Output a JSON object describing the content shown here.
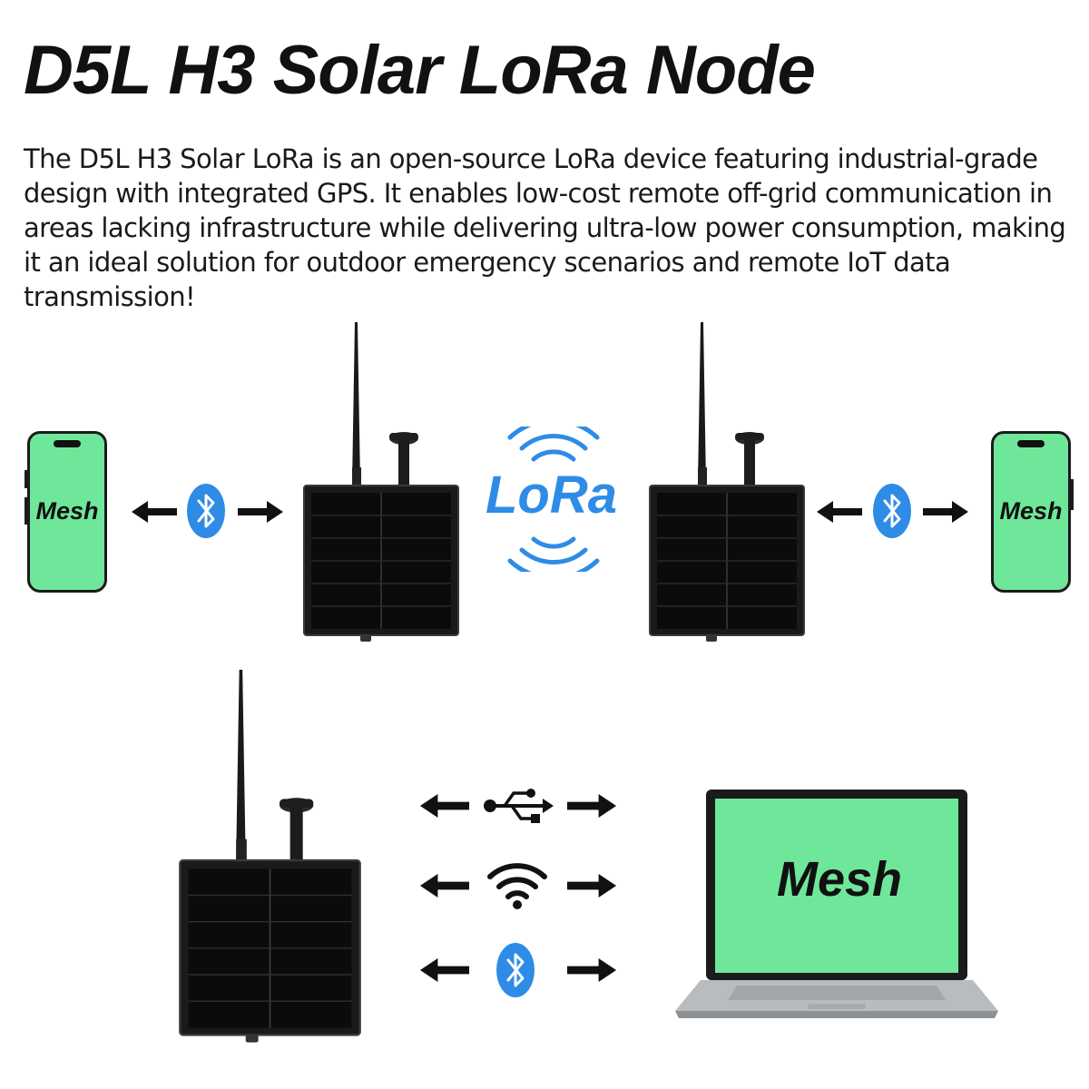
{
  "title": "D5L H3 Solar LoRa Node",
  "description": "The D5L H3 Solar LoRa is an open-source LoRa device featuring industrial-grade design with integrated GPS. It enables low-cost remote off-grid communication in areas lacking infrastructure while delivering ultra-low power consumption, making it an ideal solution for outdoor emergency scenarios and remote IoT data transmission!",
  "lora_label": "LoRa",
  "left_phone": {
    "label": "Mesh"
  },
  "right_phone": {
    "label": "Mesh"
  },
  "laptop": {
    "label": "Mesh"
  },
  "icons": {
    "bluetooth": "bluetooth-icon",
    "usb": "usb-icon",
    "wifi": "wifi-icon",
    "lora_waves": "lora-signal-icon",
    "arrow": "arrow-icon"
  },
  "colors": {
    "screen_green": "#6fe79a",
    "bluetooth_blue": "#2e8ce6",
    "lora_blue": "#2e8ce6",
    "panel_dark": "#151515",
    "text": "#111111"
  }
}
